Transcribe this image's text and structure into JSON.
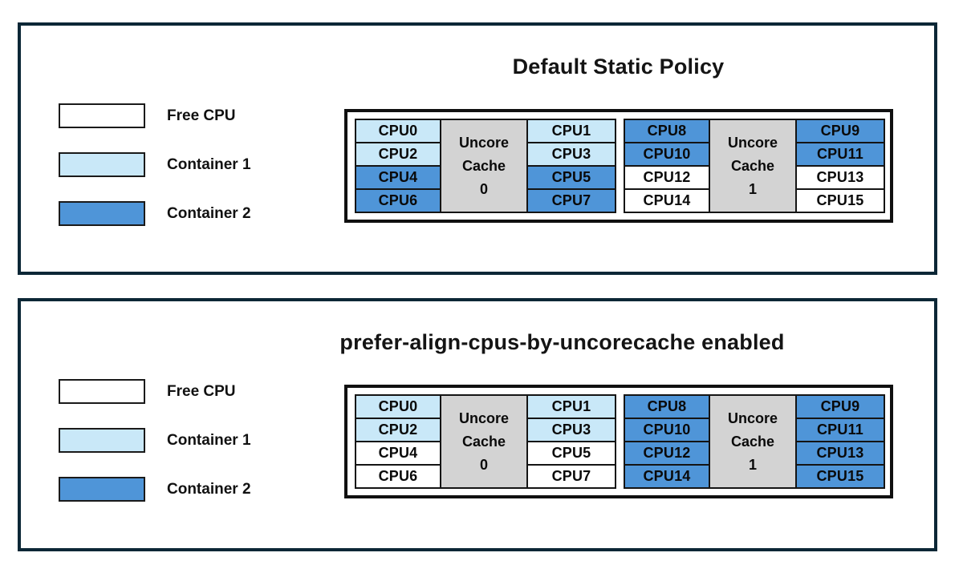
{
  "colors": {
    "free": "#FFFFFF",
    "container1": "#C9E8F8",
    "container2": "#4F95D8",
    "uncore_cache": "#D3D3D3",
    "panel_border": "#0C2736"
  },
  "panels": [
    {
      "title": "Default Static Policy",
      "legend": [
        {
          "label": "Free CPU",
          "color_key": "free"
        },
        {
          "label": "Container 1",
          "color_key": "container1"
        },
        {
          "label": "Container 2",
          "color_key": "container2"
        }
      ],
      "groups": [
        {
          "cache_label_lines": [
            "Uncore",
            "Cache",
            "0"
          ],
          "left_cpus": [
            {
              "label": "CPU0",
              "state": "container1"
            },
            {
              "label": "CPU2",
              "state": "container1"
            },
            {
              "label": "CPU4",
              "state": "container2"
            },
            {
              "label": "CPU6",
              "state": "container2"
            }
          ],
          "right_cpus": [
            {
              "label": "CPU1",
              "state": "container1"
            },
            {
              "label": "CPU3",
              "state": "container1"
            },
            {
              "label": "CPU5",
              "state": "container2"
            },
            {
              "label": "CPU7",
              "state": "container2"
            }
          ]
        },
        {
          "cache_label_lines": [
            "Uncore",
            "Cache",
            "1"
          ],
          "left_cpus": [
            {
              "label": "CPU8",
              "state": "container2"
            },
            {
              "label": "CPU10",
              "state": "container2"
            },
            {
              "label": "CPU12",
              "state": "free"
            },
            {
              "label": "CPU14",
              "state": "free"
            }
          ],
          "right_cpus": [
            {
              "label": "CPU9",
              "state": "container2"
            },
            {
              "label": "CPU11",
              "state": "container2"
            },
            {
              "label": "CPU13",
              "state": "free"
            },
            {
              "label": "CPU15",
              "state": "free"
            }
          ]
        }
      ]
    },
    {
      "title": "prefer-align-cpus-by-uncorecache enabled",
      "legend": [
        {
          "label": "Free CPU",
          "color_key": "free"
        },
        {
          "label": "Container 1",
          "color_key": "container1"
        },
        {
          "label": "Container 2",
          "color_key": "container2"
        }
      ],
      "groups": [
        {
          "cache_label_lines": [
            "Uncore",
            "Cache",
            "0"
          ],
          "left_cpus": [
            {
              "label": "CPU0",
              "state": "container1"
            },
            {
              "label": "CPU2",
              "state": "container1"
            },
            {
              "label": "CPU4",
              "state": "free"
            },
            {
              "label": "CPU6",
              "state": "free"
            }
          ],
          "right_cpus": [
            {
              "label": "CPU1",
              "state": "container1"
            },
            {
              "label": "CPU3",
              "state": "container1"
            },
            {
              "label": "CPU5",
              "state": "free"
            },
            {
              "label": "CPU7",
              "state": "free"
            }
          ]
        },
        {
          "cache_label_lines": [
            "Uncore",
            "Cache",
            "1"
          ],
          "left_cpus": [
            {
              "label": "CPU8",
              "state": "container2"
            },
            {
              "label": "CPU10",
              "state": "container2"
            },
            {
              "label": "CPU12",
              "state": "container2"
            },
            {
              "label": "CPU14",
              "state": "container2"
            }
          ],
          "right_cpus": [
            {
              "label": "CPU9",
              "state": "container2"
            },
            {
              "label": "CPU11",
              "state": "container2"
            },
            {
              "label": "CPU13",
              "state": "container2"
            },
            {
              "label": "CPU15",
              "state": "container2"
            }
          ]
        }
      ]
    }
  ]
}
